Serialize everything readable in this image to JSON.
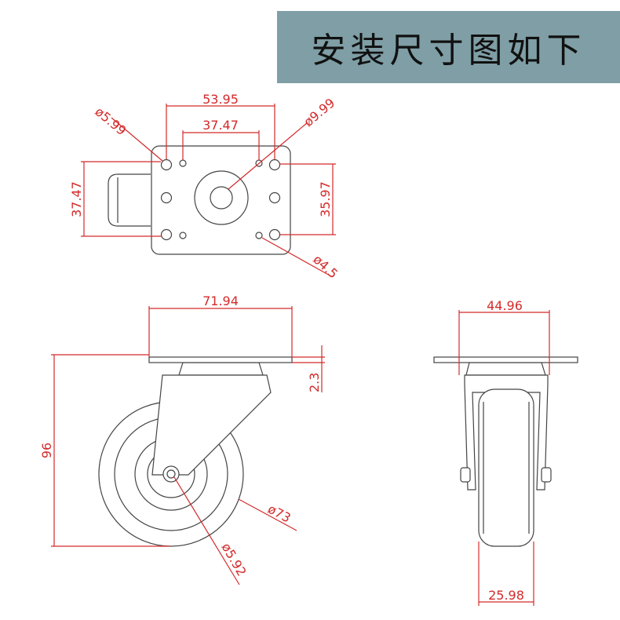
{
  "title": "安装尺寸图如下",
  "colors": {
    "banner": "#7f9ea5",
    "dimension": "#d42a2a",
    "outline": "#444444"
  },
  "top_view": {
    "dim_outer_holes": "53.95",
    "dim_inner_holes": "37.47",
    "dim_hole_small": "ø5.99",
    "dim_center_bore": "ø9.99",
    "dim_height_left": "37.47",
    "dim_height_right": "35.97",
    "dim_hole_bottom": "ø4.5"
  },
  "side_view": {
    "dim_plate_width": "71.94",
    "dim_plate_thickness": "2.3",
    "dim_total_height": "96",
    "dim_wheel_dia": "ø73",
    "dim_axle_dia": "ø5.92"
  },
  "front_view": {
    "dim_plate_width": "44.96",
    "dim_wheel_width": "25.98"
  }
}
